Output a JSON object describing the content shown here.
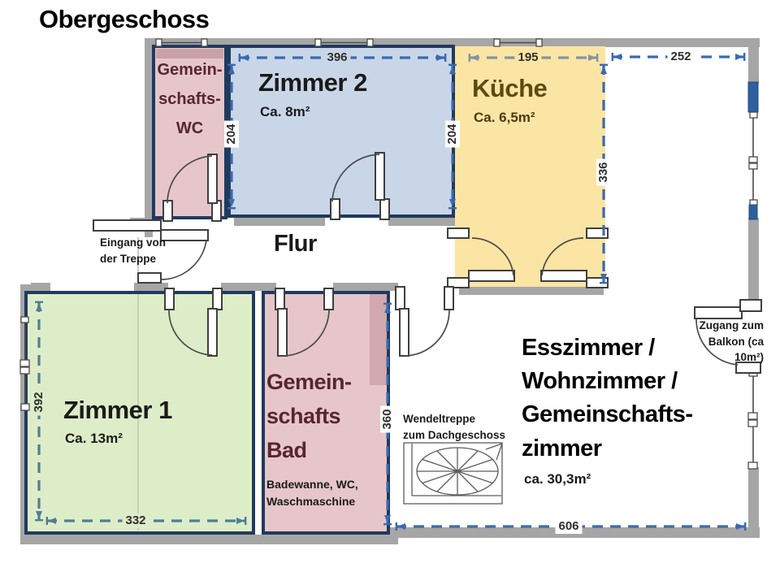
{
  "title": "Obergeschoss",
  "colors": {
    "wall_gray": "#a6a6a6",
    "room_border_navy": "#203a5e",
    "zimmer1_green": "#ddedc8",
    "zimmer2_blue": "#c9d6e8",
    "kueche_yellow": "#fbe5a4",
    "wc_bad_pink": "#e6c6ca",
    "dim_blue": "#3b6ab2",
    "dim_teal": "#4f7e97",
    "dim_gray": "#8593a1",
    "maroon_text": "#57262e",
    "olive_text": "#5e4a11"
  },
  "rooms": {
    "wc": {
      "lines": [
        "Gemein-",
        "schafts-",
        "WC"
      ]
    },
    "zimmer2": {
      "name": "Zimmer 2",
      "area": "Ca. 8m²"
    },
    "kueche": {
      "name": "Küche",
      "area": "Ca. 6,5m²"
    },
    "flur": {
      "name": "Flur"
    },
    "zimmer1": {
      "name": "Zimmer 1",
      "area": "Ca. 13m²"
    },
    "bad": {
      "lines": [
        "Gemein-",
        "schafts",
        "Bad"
      ],
      "details": [
        "Badewanne, WC,",
        "Waschmaschine"
      ]
    },
    "living": {
      "lines": [
        "Esszimmer /",
        "Wohnzimmer /",
        "Gemeinschafts-",
        "zimmer"
      ],
      "area": "ca. 30,3m²"
    }
  },
  "annotations": {
    "entrance": [
      "Eingang von",
      "der Treppe"
    ],
    "spiral_stair": [
      "Wendeltreppe",
      "zum Dachgeschoss"
    ],
    "balcony": [
      "Zugang zum",
      "Balkon (ca",
      "10m²)"
    ]
  },
  "dimensions": {
    "z2_width": "396",
    "kueche_width": "195",
    "right_width": "252",
    "z2_height_left": "204",
    "z2_height_right": "204",
    "kueche_height": "336",
    "z1_height": "392",
    "z1_width": "332",
    "bad_height": "360",
    "living_width": "606"
  }
}
